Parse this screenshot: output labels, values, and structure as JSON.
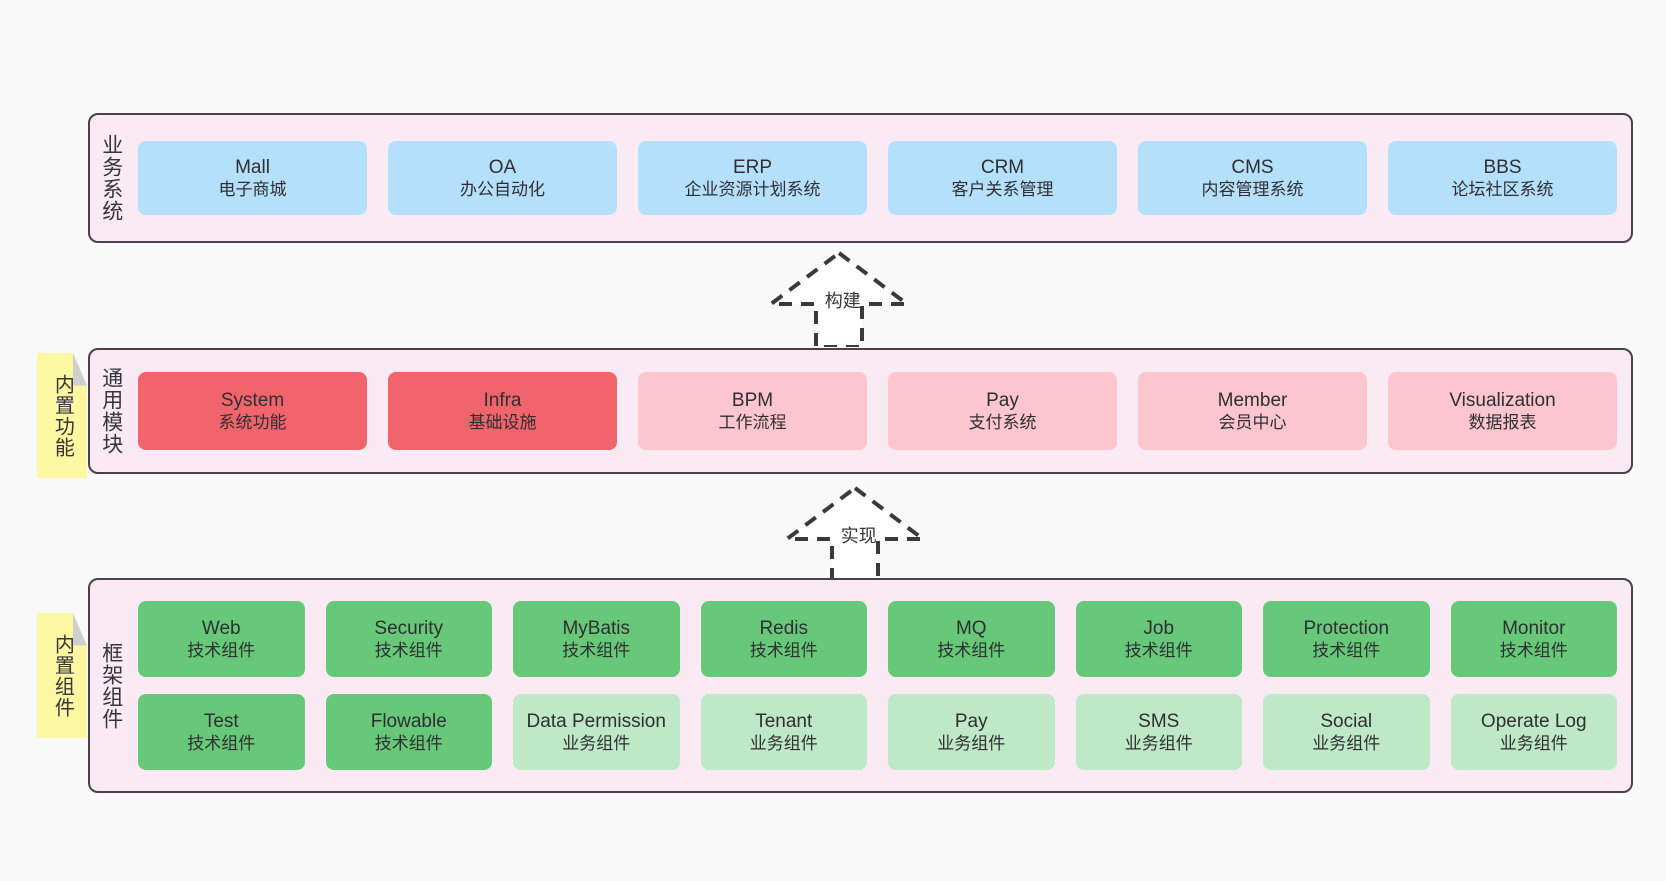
{
  "diagram": {
    "title_semantic": "system-architecture-layers",
    "colors": {
      "panel_bg": "#f9eaf4",
      "panel_border": "#4a414b",
      "business_card": "#b5e0fb",
      "common_core_card": "#f2646b",
      "common_card": "#fdc5ce",
      "framework_tech_card": "#66c878",
      "framework_biz_card": "#bfe8c6",
      "note_bg": "#fcf7a1",
      "page_bg": "#f9f9f9"
    }
  },
  "layers": {
    "business": {
      "label": "业务系统",
      "cards": [
        {
          "name": "Mall",
          "desc": "电子商城"
        },
        {
          "name": "OA",
          "desc": "办公自动化"
        },
        {
          "name": "ERP",
          "desc": "企业资源计划系统"
        },
        {
          "name": "CRM",
          "desc": "客户关系管理"
        },
        {
          "name": "CMS",
          "desc": "内容管理系统"
        },
        {
          "name": "BBS",
          "desc": "论坛社区系统"
        }
      ]
    },
    "common": {
      "label": "通用模块",
      "note": "内置功能",
      "cards": [
        {
          "name": "System",
          "desc": "系统功能",
          "variant": "core"
        },
        {
          "name": "Infra",
          "desc": "基础设施",
          "variant": "core"
        },
        {
          "name": "BPM",
          "desc": "工作流程",
          "variant": "normal"
        },
        {
          "name": "Pay",
          "desc": "支付系统",
          "variant": "normal"
        },
        {
          "name": "Member",
          "desc": "会员中心",
          "variant": "normal"
        },
        {
          "name": "Visualization",
          "desc": "数据报表",
          "variant": "normal"
        }
      ]
    },
    "framework": {
      "label": "框架组件",
      "note": "内置组件",
      "row1": [
        {
          "name": "Web",
          "desc": "技术组件"
        },
        {
          "name": "Security",
          "desc": "技术组件"
        },
        {
          "name": "MyBatis",
          "desc": "技术组件"
        },
        {
          "name": "Redis",
          "desc": "技术组件"
        },
        {
          "name": "MQ",
          "desc": "技术组件"
        },
        {
          "name": "Job",
          "desc": "技术组件"
        },
        {
          "name": "Protection",
          "desc": "技术组件"
        },
        {
          "name": "Monitor",
          "desc": "技术组件"
        }
      ],
      "row2": [
        {
          "name": "Test",
          "desc": "技术组件",
          "variant": "tech"
        },
        {
          "name": "Flowable",
          "desc": "技术组件",
          "variant": "tech"
        },
        {
          "name": "Data Permission",
          "desc": "业务组件",
          "variant": "biz"
        },
        {
          "name": "Tenant",
          "desc": "业务组件",
          "variant": "biz"
        },
        {
          "name": "Pay",
          "desc": "业务组件",
          "variant": "biz"
        },
        {
          "name": "SMS",
          "desc": "业务组件",
          "variant": "biz"
        },
        {
          "name": "Social",
          "desc": "业务组件",
          "variant": "biz"
        },
        {
          "name": "Operate Log",
          "desc": "业务组件",
          "variant": "biz"
        }
      ]
    }
  },
  "connectors": [
    {
      "id": "build",
      "label": "构建",
      "from": "common",
      "to": "business",
      "style": "dashed-hollow-arrow-up"
    },
    {
      "id": "implement",
      "label": "实现",
      "from": "framework",
      "to": "common",
      "style": "dashed-hollow-arrow-up"
    }
  ]
}
